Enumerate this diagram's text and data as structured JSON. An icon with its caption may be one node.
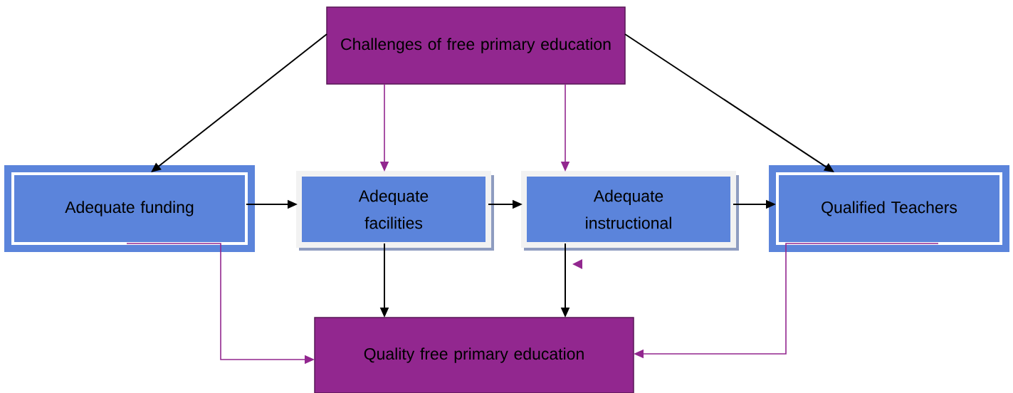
{
  "diagram": {
    "nodes": [
      {
        "text": [
          "Challenges of free primary education"
        ]
      },
      {
        "text": [
          "Adequate funding"
        ]
      },
      {
        "text": [
          "Adequate facilities"
        ]
      },
      {
        "text": [
          "Adequate instructional"
        ]
      },
      {
        "text": [
          "Qualified Teachers"
        ]
      },
      {
        "text": [
          "Quality free primary education"
        ]
      }
    ],
    "edges": [
      {
        "from": 0,
        "to": 1,
        "arrow": "to"
      },
      {
        "from": 0,
        "to": 2,
        "arrow": "to",
        "color": "#92278f"
      },
      {
        "from": 0,
        "to": 3,
        "arrow": "to",
        "color": "#92278f"
      },
      {
        "from": 0,
        "to": 4,
        "arrow": "to"
      },
      {
        "from": 1,
        "to": 2,
        "arrow": "to"
      },
      {
        "from": 2,
        "to": 3,
        "arrow": "to"
      },
      {
        "from": 3,
        "to": 4,
        "arrow": "to"
      },
      {
        "from": 2,
        "to": 5,
        "arrow": "to"
      },
      {
        "from": 3,
        "to": 5,
        "arrow": "to"
      },
      {
        "from": 1,
        "to": 5,
        "arrow": "to",
        "color": "#92278f"
      },
      {
        "from": 4,
        "to": 5,
        "arrow": "to",
        "color": "#92278f"
      }
    ]
  }
}
